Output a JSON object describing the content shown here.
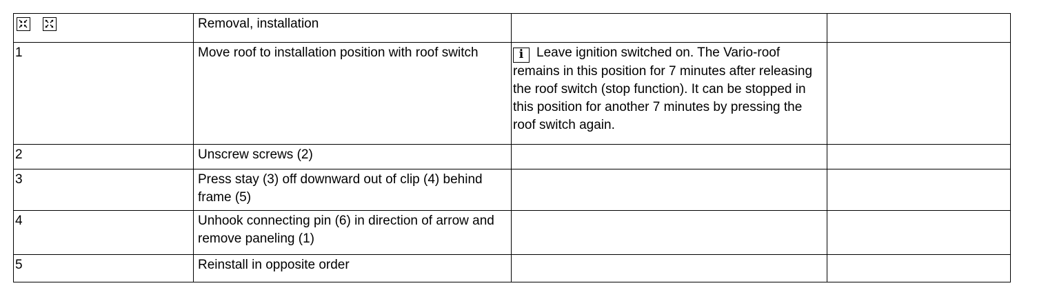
{
  "table": {
    "header": {
      "icons": [
        "collapse-icon",
        "expand-icon"
      ],
      "action": "Removal, installation",
      "note": "",
      "extra": ""
    },
    "rows": [
      {
        "step": "1",
        "action": "Move roof to installation position with roof switch",
        "note_icon": "info-icon",
        "note": "Leave ignition switched on. The Vario-roof remains in this position for 7 minutes after releasing the roof switch (stop function). It can be stopped in this position for another 7 minutes by pressing the roof switch again.",
        "extra": ""
      },
      {
        "step": "2",
        "action": "Unscrew screws (2)",
        "note": "",
        "extra": ""
      },
      {
        "step": "3",
        "action": "Press stay (3) off downward out of clip (4) behind frame (5)",
        "note": "",
        "extra": ""
      },
      {
        "step": "4",
        "action": "Unhook connecting pin (6) in direction of arrow and remove paneling (1)",
        "note": "",
        "extra": ""
      },
      {
        "step": "5",
        "action": "Reinstall in opposite order",
        "note": "",
        "extra": ""
      }
    ]
  }
}
